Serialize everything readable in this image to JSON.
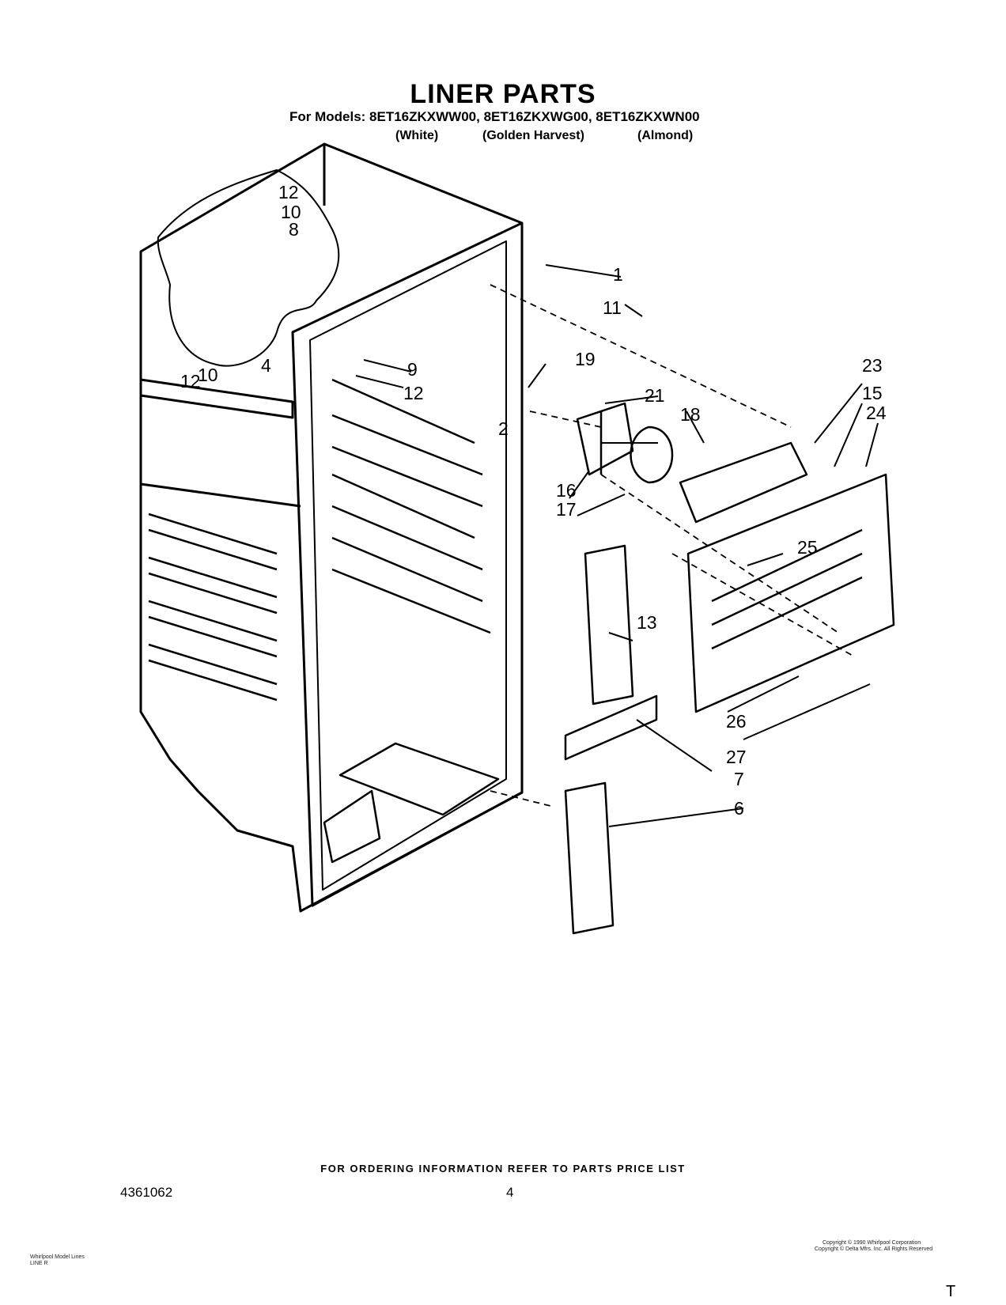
{
  "title": "LINER PARTS",
  "models_line": "For Models: 8ET16ZKXWW00, 8ET16ZKXWG00, 8ET16ZKXWN00",
  "colors": [
    "(White)",
    "(Golden Harvest)",
    "(Almond)"
  ],
  "part_labels": [
    "1",
    "2",
    "4",
    "6",
    "7",
    "8",
    "9",
    "10",
    "10",
    "11",
    "12",
    "12",
    "12",
    "13",
    "15",
    "16",
    "17",
    "18",
    "19",
    "21",
    "23",
    "24",
    "25",
    "26",
    "27"
  ],
  "footer_note": "FOR ORDERING INFORMATION REFER TO PARTS PRICE LIST",
  "document_number": "4361062",
  "page_number": "4",
  "fine_print_left": [
    "Whirlpool Model Lines",
    "LINE R"
  ],
  "fine_print_right": [
    "Copyright © 1990 Whirlpool Corporation",
    "Copyright © Delta Mfrs. Inc. All Rights Reserved"
  ],
  "corner_mark": "T"
}
